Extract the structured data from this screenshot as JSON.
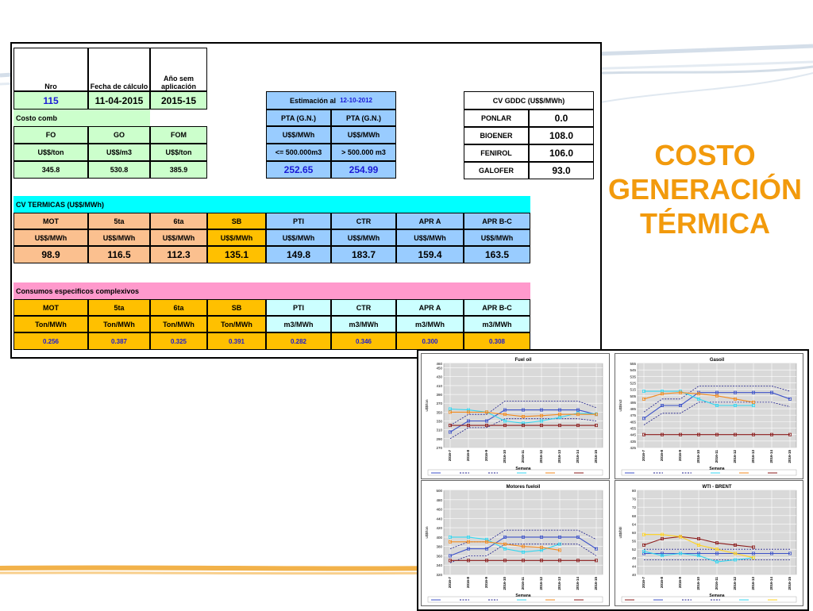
{
  "slide_title": [
    "COSTO",
    "GENERACIÓN",
    "TÉRMICA"
  ],
  "header": {
    "nro_label": "Nro",
    "fecha_label": "Fecha de cálculo",
    "anio_label": "Año sem aplicación",
    "nro": "115",
    "fecha": "11-04-2015",
    "anio": "2015-15"
  },
  "costo_comb": {
    "label": "Costo comb",
    "columns": [
      "FO",
      "GO",
      "FOM"
    ],
    "units": [
      "U$$/ton",
      "U$$/m3",
      "U$$/ton"
    ],
    "values": [
      "345.8",
      "530.8",
      "385.9"
    ]
  },
  "estimacion": {
    "label": "Estimación al",
    "date": "12-10-2012",
    "columns": [
      "PTA (G.N.)",
      "PTA (G.N.)"
    ],
    "units": [
      "U$$/MWh",
      "U$$/MWh"
    ],
    "ranges": [
      "<= 500.000m3",
      "> 500.000 m3"
    ],
    "values": [
      "252.65",
      "254.99"
    ]
  },
  "cv_gddc": {
    "label": "CV GDDC (U$$/MWh)",
    "rows": [
      {
        "name": "PONLAR",
        "value": "0.0"
      },
      {
        "name": "BIOENER",
        "value": "108.0"
      },
      {
        "name": "FENIROL",
        "value": "106.0"
      },
      {
        "name": "GALOFER",
        "value": "93.0"
      }
    ]
  },
  "cv_termicas": {
    "label": "CV TERMICAS (U$$/MWh)",
    "columns": [
      "MOT",
      "5ta",
      "6ta",
      "SB",
      "PTI",
      "CTR",
      "APR A",
      "APR B-C"
    ],
    "units": [
      "U$$/MWh",
      "U$$/MWh",
      "U$$/MWh",
      "U$$/MWh",
      "U$$/MWh",
      "U$$/MWh",
      "U$$/MWh",
      "U$$/MWh"
    ],
    "values": [
      "98.9",
      "116.5",
      "112.3",
      "135.1",
      "149.8",
      "183.7",
      "159.4",
      "163.5"
    ]
  },
  "consumos": {
    "label": "Consumos especificos complexivos",
    "columns": [
      "MOT",
      "5ta",
      "6ta",
      "SB",
      "PTI",
      "CTR",
      "APR A",
      "APR B-C"
    ],
    "units": [
      "Ton/MWh",
      "Ton/MWh",
      "Ton/MWh",
      "Ton/MWh",
      "m3/MWh",
      "m3/MWh",
      "m3/MWh",
      "m3/MWh"
    ],
    "values": [
      "0.256",
      "0.387",
      "0.325",
      "0.391",
      "0.282",
      "0.346",
      "0.300",
      "0.308"
    ]
  },
  "colors": {
    "title_orange": "#f29a0c",
    "value_blue": "#1a1ad6"
  },
  "chart_data": [
    {
      "type": "line",
      "title": "Fuel oil",
      "xlabel": "Semana",
      "ylabel": "u$$/ton",
      "x": [
        "2016-7",
        "2016-8",
        "2016-9",
        "2016-10",
        "2016-11",
        "2016-12",
        "2016-13",
        "2016-14",
        "2016-15"
      ],
      "ylim": [
        270,
        460
      ],
      "yticks": [
        270,
        290,
        310,
        330,
        350,
        370,
        390,
        410,
        430,
        450,
        460
      ],
      "series": [
        {
          "color": "#3c52c8",
          "values": [
            305,
            330,
            330,
            355,
            355,
            355,
            355,
            355,
            345
          ]
        },
        {
          "color": "#1e1e8c",
          "dash": true,
          "values": [
            320,
            345,
            345,
            375,
            375,
            375,
            375,
            375,
            360
          ]
        },
        {
          "color": "#1e1e8c",
          "dash": true,
          "values": [
            290,
            315,
            315,
            335,
            335,
            335,
            335,
            335,
            330
          ]
        },
        {
          "color": "#33d6f0",
          "values": [
            357,
            355,
            350,
            330,
            325,
            330,
            338,
            348,
            346
          ]
        },
        {
          "color": "#f28a1e",
          "values": [
            350,
            350,
            350,
            345,
            340,
            342,
            345,
            345,
            345
          ]
        },
        {
          "color": "#8b1a1a",
          "values": [
            320,
            320,
            320,
            320,
            320,
            320,
            320,
            320,
            320
          ]
        }
      ]
    },
    {
      "type": "line",
      "title": "Gasoil",
      "xlabel": "Semana",
      "ylabel": "u$$/m3",
      "x": [
        "2016-7",
        "2016-8",
        "2016-9",
        "2016-10",
        "2016-11",
        "2016-12",
        "2016-13",
        "2016-14",
        "2016-15"
      ],
      "ylim": [
        425,
        555
      ],
      "yticks": [
        425,
        435,
        445,
        455,
        465,
        475,
        485,
        495,
        505,
        515,
        525,
        535,
        545,
        555
      ],
      "series": [
        {
          "color": "#3c52c8",
          "values": [
            470,
            490,
            490,
            510,
            510,
            510,
            510,
            510,
            500
          ]
        },
        {
          "color": "#1e1e8c",
          "dash": true,
          "values": [
            480,
            500,
            500,
            520,
            520,
            520,
            520,
            520,
            512
          ]
        },
        {
          "color": "#1e1e8c",
          "dash": true,
          "values": [
            460,
            478,
            478,
            495,
            495,
            495,
            495,
            495,
            488
          ]
        },
        {
          "color": "#33d6f0",
          "values": [
            512,
            512,
            512,
            500,
            490,
            490,
            490,
            null,
            null
          ]
        },
        {
          "color": "#f28a1e",
          "values": [
            500,
            508,
            510,
            508,
            505,
            500,
            495,
            null,
            null
          ]
        },
        {
          "color": "#8b1a1a",
          "values": [
            445,
            445,
            445,
            445,
            445,
            445,
            445,
            445,
            445
          ]
        }
      ]
    },
    {
      "type": "line",
      "title": "Motores fueloil",
      "xlabel": "Semana",
      "ylabel": "u$$/ton",
      "x": [
        "2016-7",
        "2016-8",
        "2016-9",
        "2016-10",
        "2016-11",
        "2016-12",
        "2016-13",
        "2016-14",
        "2016-15"
      ],
      "ylim": [
        320,
        500
      ],
      "yticks": [
        320,
        340,
        360,
        380,
        400,
        420,
        440,
        460,
        480,
        500
      ],
      "series": [
        {
          "color": "#3c52c8",
          "values": [
            360,
            375,
            375,
            400,
            400,
            400,
            400,
            400,
            375
          ]
        },
        {
          "color": "#1e1e8c",
          "dash": true,
          "values": [
            375,
            390,
            390,
            415,
            415,
            415,
            415,
            415,
            395
          ]
        },
        {
          "color": "#1e1e8c",
          "dash": true,
          "values": [
            345,
            360,
            360,
            385,
            385,
            385,
            385,
            385,
            360
          ]
        },
        {
          "color": "#33d6f0",
          "values": [
            400,
            400,
            395,
            375,
            368,
            372,
            385,
            null,
            null
          ]
        },
        {
          "color": "#f28a1e",
          "values": [
            390,
            390,
            390,
            385,
            380,
            378,
            372,
            null,
            null
          ]
        },
        {
          "color": "#8b1a1a",
          "values": [
            350,
            350,
            350,
            350,
            350,
            350,
            350,
            350,
            350
          ]
        }
      ]
    },
    {
      "type": "line",
      "title": "WTI - BRENT",
      "xlabel": "Semana",
      "ylabel": "u$$/bbl",
      "x": [
        "2016-7",
        "2016-8",
        "2016-9",
        "2016-10",
        "2016-11",
        "2016-12",
        "2016-13",
        "2016-14",
        "2016-15"
      ],
      "ylim": [
        40,
        80
      ],
      "yticks": [
        40,
        44,
        48,
        52,
        56,
        60,
        64,
        68,
        72,
        76,
        80
      ],
      "series": [
        {
          "color": "#8b1a1a",
          "values": [
            54,
            57,
            58,
            57,
            55,
            54,
            53,
            null,
            null
          ]
        },
        {
          "color": "#3c52c8",
          "values": [
            50,
            50,
            50,
            50,
            50,
            50,
            50,
            50,
            50
          ]
        },
        {
          "color": "#1e1e8c",
          "dash": true,
          "values": [
            52,
            52,
            52,
            52,
            52,
            52,
            52,
            52,
            52
          ]
        },
        {
          "color": "#1e1e8c",
          "dash": true,
          "values": [
            47,
            47,
            47,
            47,
            47,
            47,
            47,
            47,
            47
          ]
        },
        {
          "color": "#33d6f0",
          "values": [
            51,
            49,
            50,
            49,
            46,
            47,
            48,
            null,
            null
          ]
        },
        {
          "color": "#ffd21e",
          "values": [
            59,
            59,
            58,
            54,
            52,
            50,
            48,
            null,
            null
          ]
        }
      ]
    }
  ]
}
